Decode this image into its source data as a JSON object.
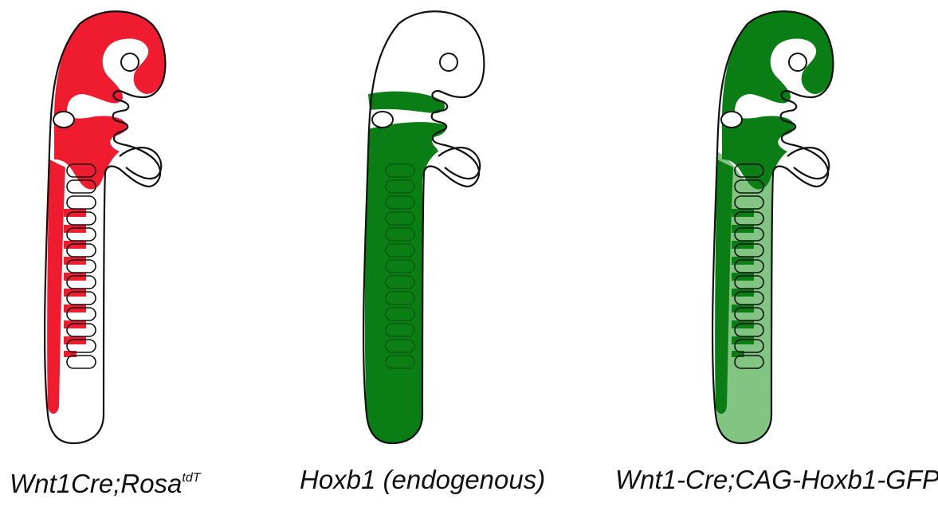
{
  "panels": [
    {
      "id": "wnt1cre-rosa",
      "caption_main": "Wnt1Cre;Rosa",
      "caption_sup": "tdT",
      "fill_color": "#ee1c2e",
      "soft_fill_color": "#ee1c2e"
    },
    {
      "id": "hoxb1-endogenous",
      "caption_main": "Hoxb1 (endogenous)",
      "caption_sup": "",
      "fill_color": "#0a7d14",
      "soft_fill_color": "#0a7d14"
    },
    {
      "id": "wnt1cre-cag-hoxb1-gfp",
      "caption_main": "Wnt1-Cre;CAG-Hoxb1-GFP",
      "caption_sup": "",
      "fill_color": "#0a7d14",
      "soft_fill_color": "#82c482"
    }
  ],
  "outline_color": "#111111"
}
